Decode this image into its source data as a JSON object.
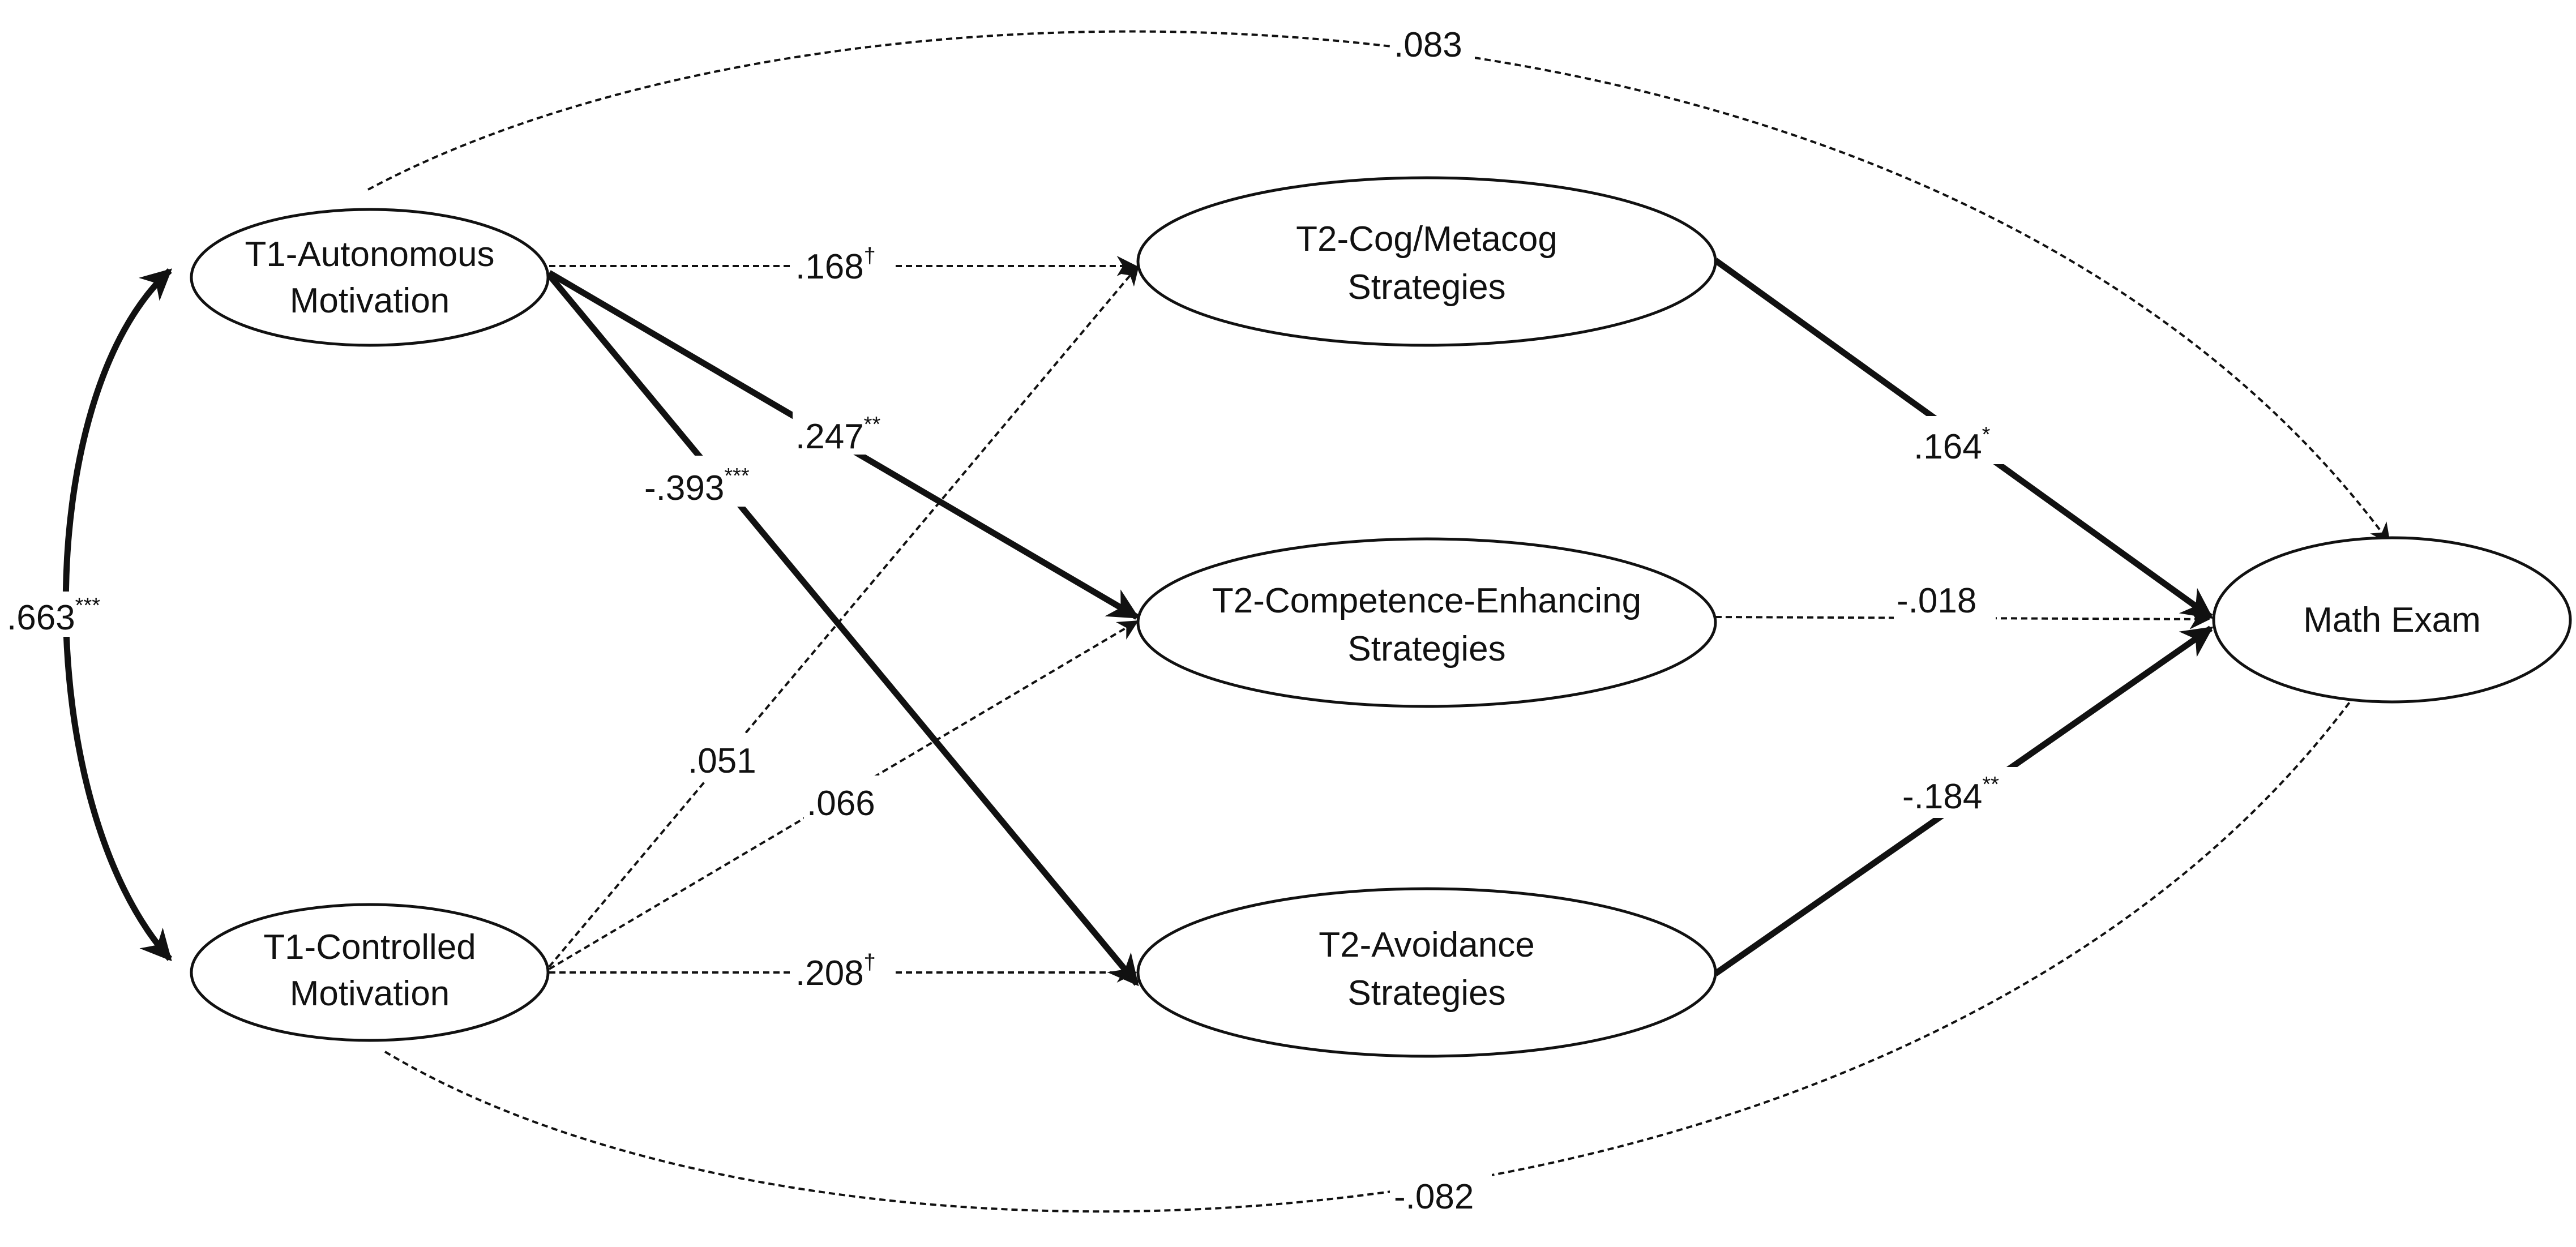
{
  "nodes": {
    "t1_autonomous": [
      "T1-Autonomous",
      "Motivation"
    ],
    "t1_controlled": [
      "T1-Controlled",
      "Motivation"
    ],
    "t2_cog": [
      "T2-Cog/Metacog",
      "Strategies"
    ],
    "t2_competence": [
      "T2-Competence-Enhancing",
      "Strategies"
    ],
    "t2_avoidance": [
      "T2-Avoidance",
      "Strategies"
    ],
    "math_exam": [
      "Math Exam"
    ]
  },
  "paths": {
    "covariance": {
      "value": ".663",
      "sig": "***",
      "significant": true
    },
    "aut_math": {
      "value": ".083",
      "sig": "",
      "significant": false
    },
    "aut_cog": {
      "value": ".168",
      "sig": "†",
      "significant": false
    },
    "aut_comp": {
      "value": ".247",
      "sig": "**",
      "significant": true
    },
    "aut_avoid": {
      "value": "-.393",
      "sig": "***",
      "significant": true
    },
    "con_cog": {
      "value": ".051",
      "sig": "",
      "significant": false
    },
    "con_comp": {
      "value": ".066",
      "sig": "",
      "significant": false
    },
    "con_avoid": {
      "value": ".208",
      "sig": "†",
      "significant": false
    },
    "con_math": {
      "value": "-.082",
      "sig": "",
      "significant": false
    },
    "cog_math": {
      "value": ".164",
      "sig": "*",
      "significant": true
    },
    "comp_math": {
      "value": "-.018",
      "sig": "",
      "significant": false
    },
    "avoid_math": {
      "value": "-.184",
      "sig": "**",
      "significant": true
    }
  }
}
